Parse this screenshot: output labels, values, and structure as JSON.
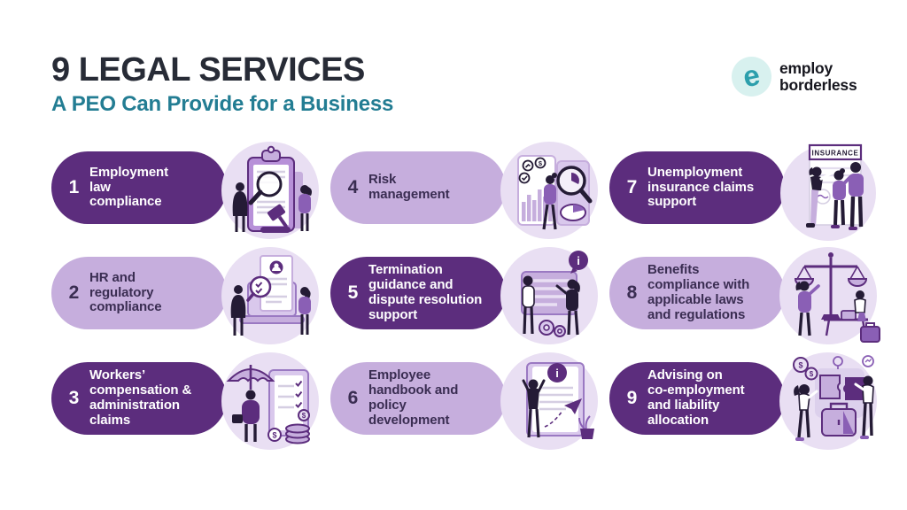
{
  "header": {
    "title": "9 LEGAL SERVICES",
    "subtitle": "A PEO Can Provide for a Business"
  },
  "logo": {
    "mark": "e",
    "brand_line1": "employ",
    "brand_line2": "borderless"
  },
  "glyphs": {
    "info": "i",
    "dollar": "$"
  },
  "insurance_label": "INSURANCE",
  "colors": {
    "dark_purple": "#5C2D7D",
    "light_purple": "#C6AEDD",
    "pale_purple": "#E9DFF3",
    "title": "#272B36",
    "subtitle_teal": "#237D93",
    "text_on_light": "#3A2D52",
    "logo_teal": "#2C9FAC",
    "logo_circle": "#D8F1EF",
    "ink": "#241B35"
  },
  "items": [
    {
      "number": "1",
      "label": "Employment\nlaw\ncompliance",
      "variant": "dark",
      "illustration": "clipboard-gavel-magnifier-illustration"
    },
    {
      "number": "2",
      "label": "HR and\nregulatory\ncompliance",
      "variant": "light",
      "illustration": "laptop-resume-magnifier-illustration"
    },
    {
      "number": "3",
      "label": "Workers’\ncompensation &\nadministration\nclaims",
      "variant": "dark",
      "illustration": "umbrella-checklist-coins-illustration"
    },
    {
      "number": "4",
      "label": "Risk\nmanagement",
      "variant": "light",
      "illustration": "charts-magnifier-pie-illustration"
    },
    {
      "number": "5",
      "label": "Termination\nguidance and\ndispute resolution\nsupport",
      "variant": "dark",
      "illustration": "meeting-info-gears-illustration"
    },
    {
      "number": "6",
      "label": "Employee\nhandbook and\npolicy\ndevelopment",
      "variant": "light",
      "illustration": "handbook-paper-plane-illustration"
    },
    {
      "number": "7",
      "label": "Unemployment\ninsurance claims\nsupport",
      "variant": "dark",
      "illustration": "insurance-document-people-illustration"
    },
    {
      "number": "8",
      "label": "Benefits\ncompliance with\napplicable laws\nand regulations",
      "variant": "light",
      "illustration": "justice-scales-desk-illustration"
    },
    {
      "number": "9",
      "label": "Advising on\nco-employment\nand liability\nallocation",
      "variant": "dark",
      "illustration": "puzzle-briefcase-illustration"
    }
  ]
}
